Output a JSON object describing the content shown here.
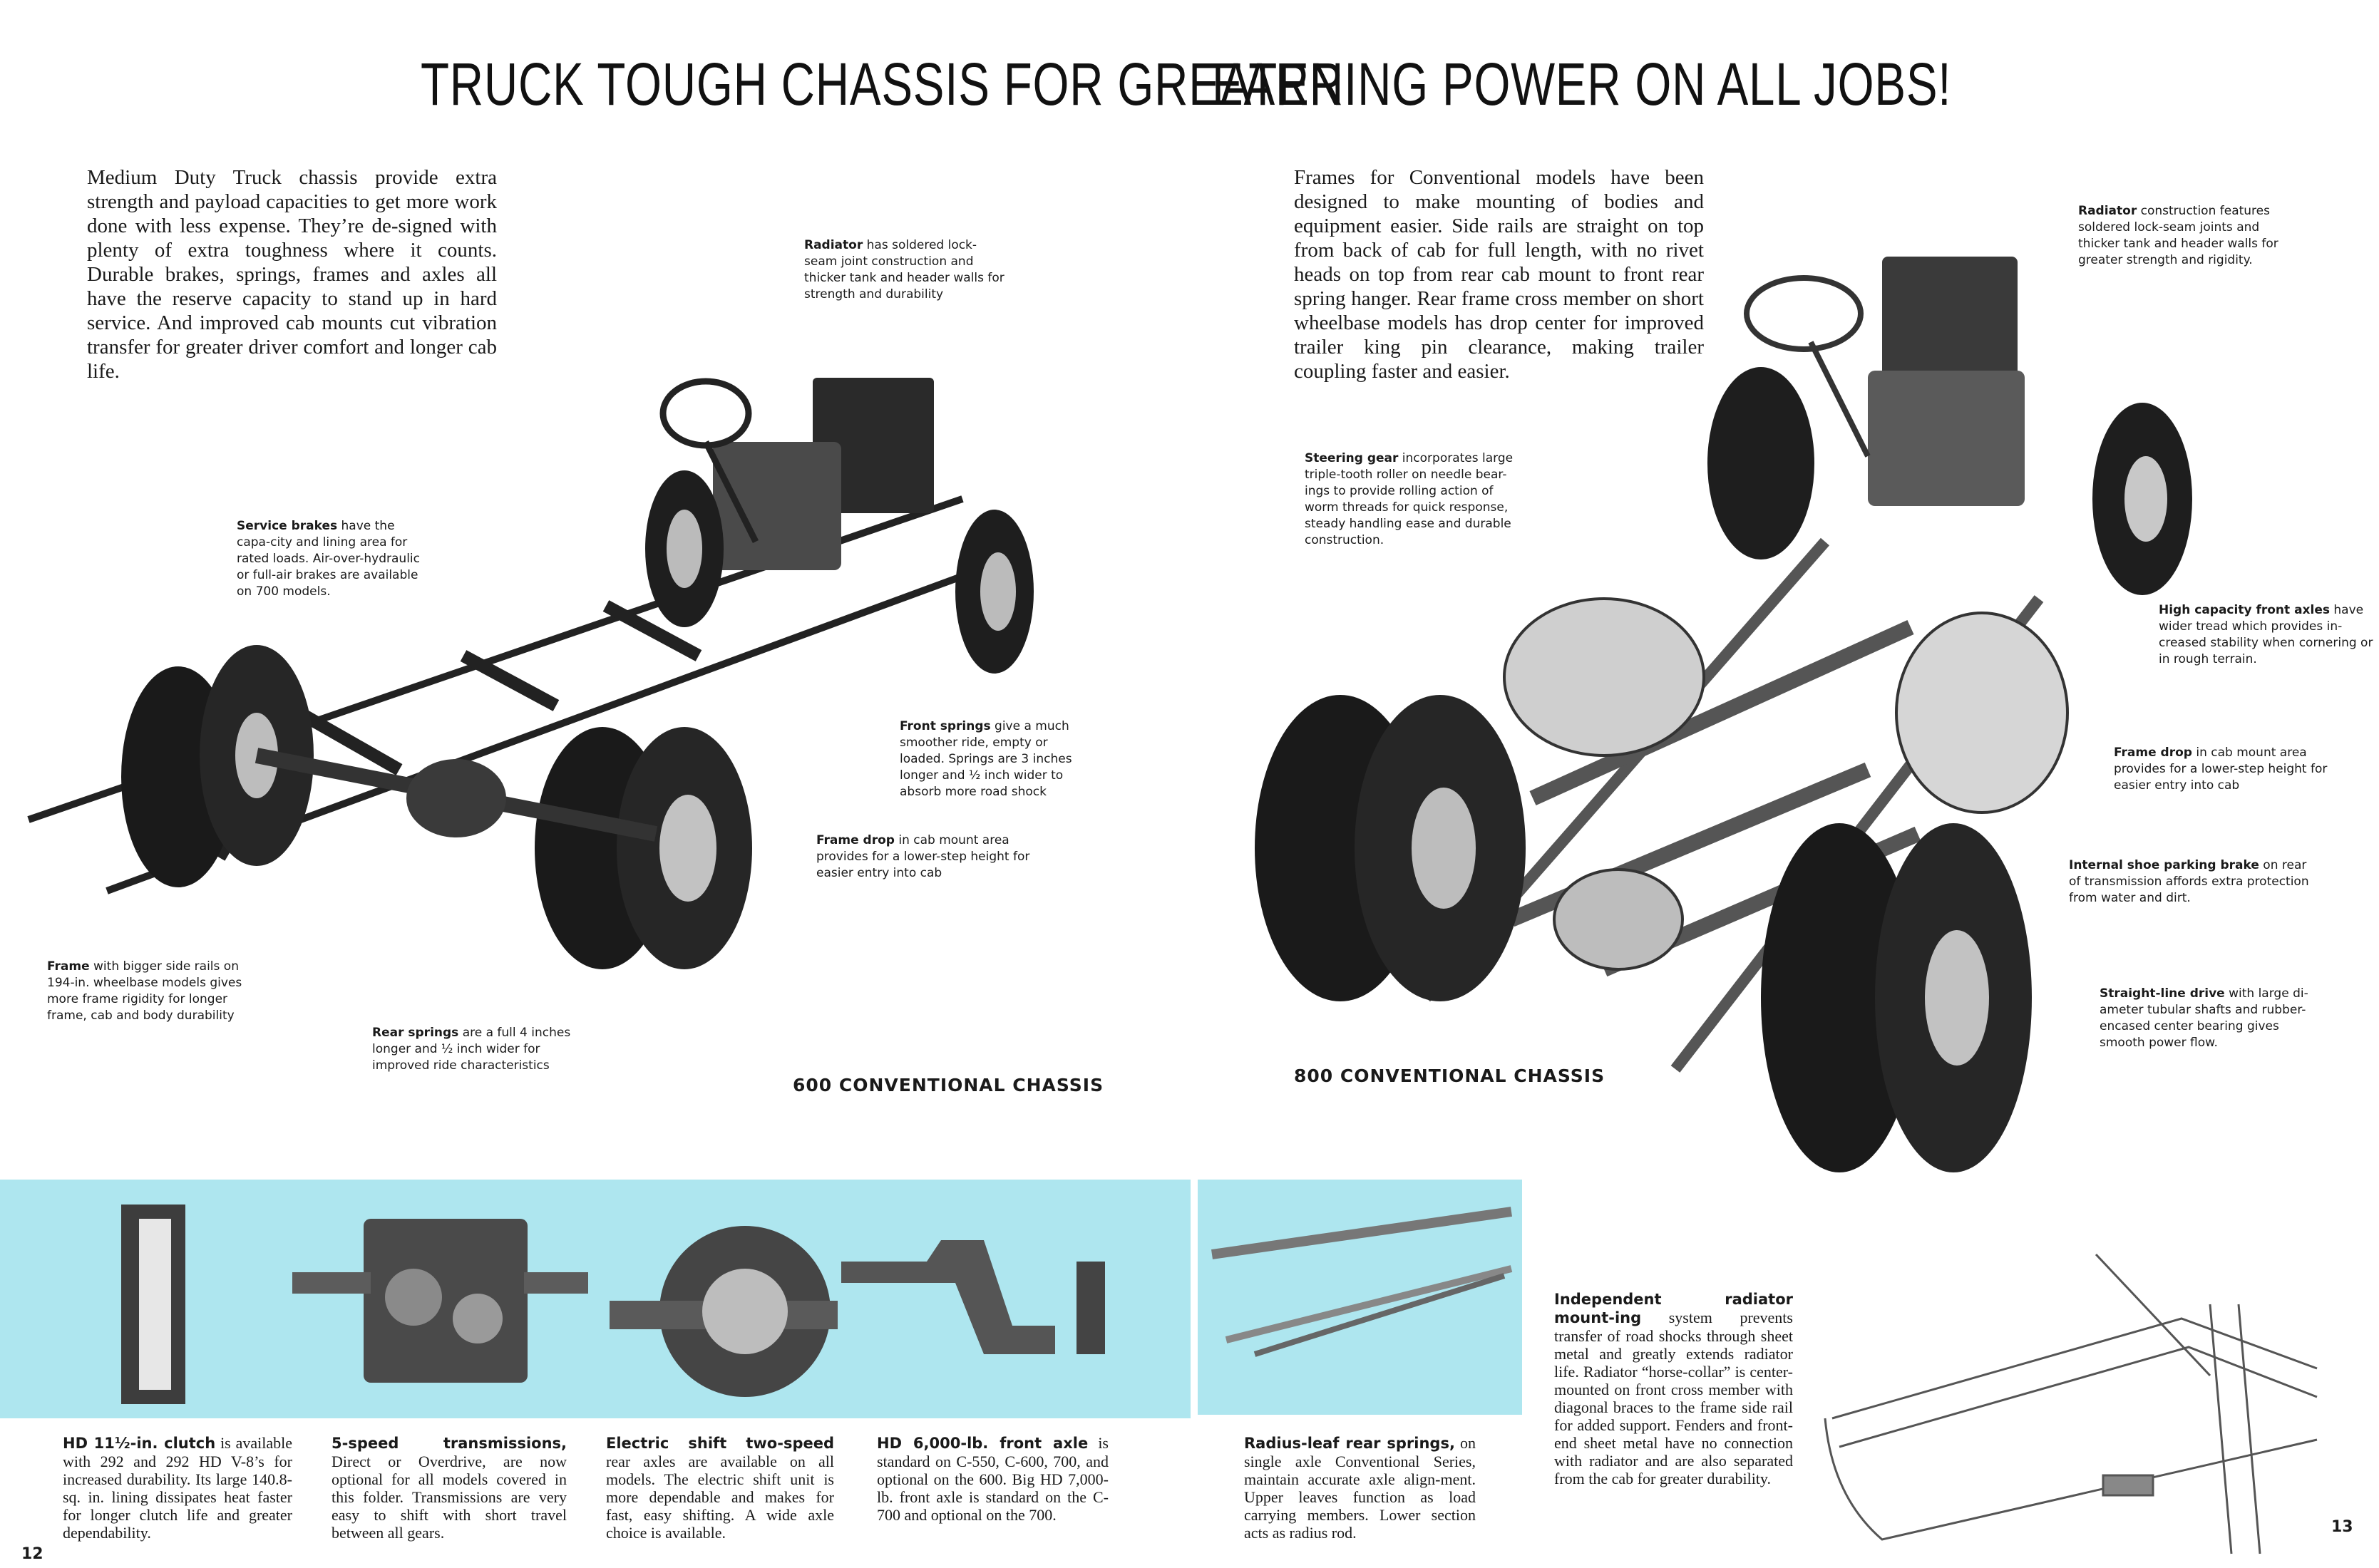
{
  "headline": {
    "part1": "TRUCK TOUGH CHASSIS FOR GREATER",
    "part2": "EARNING POWER ON ALL JOBS!"
  },
  "left_intro": "Medium Duty Truck chassis provide extra strength and payload capacities to get more work done with less expense. They’re de-signed with plenty of extra toughness where it counts. Durable brakes, springs, frames and axles all have the reserve capacity to stand up in hard service. And improved cab mounts cut vibration transfer for greater driver comfort and longer cab life.",
  "right_intro": "Frames for Conventional models have been designed to make mounting of bodies and equipment easier. Side rails are straight on top from back of cab for full length, with no rivet heads on top from rear cab mount to front rear spring hanger. Rear frame cross member on short wheelbase models has drop center for improved trailer king pin clearance, making trailer coupling faster and easier.",
  "callouts_600": {
    "radiator": {
      "lead": "Radiator",
      "text": " has soldered lock-seam joint construction and thicker tank and header walls for strength and durability"
    },
    "service_brakes": {
      "lead": "Service brakes",
      "text": " have the capa-city and lining area for rated loads. Air-over-hydraulic or full-air brakes are available on 700 models."
    },
    "front_springs": {
      "lead": "Front springs",
      "text": " give a much smoother ride, empty or loaded. Springs are 3 inches longer and ½ inch wider to absorb more road shock"
    },
    "frame_drop": {
      "lead": "Frame drop",
      "text": " in cab mount area provides for a lower-step height for easier entry into cab"
    },
    "frame": {
      "lead": "Frame",
      "text": " with bigger side rails on 194-in. wheelbase models gives more frame rigidity for longer frame, cab and body durability"
    },
    "rear_springs": {
      "lead": "Rear springs",
      "text": " are a full 4 inches longer and ½ inch wider for improved ride characteristics"
    }
  },
  "caption_600": "600 CONVENTIONAL CHASSIS",
  "callouts_800": {
    "steering_gear": {
      "lead": "Steering gear",
      "text": " incorporates large triple-tooth roller on needle bear-ings to provide rolling action of worm threads for quick response, steady handling ease and durable construction."
    },
    "radiator": {
      "lead": "Radiator",
      "text": " construction features soldered lock-seam joints and thicker tank and header walls for greater strength and rigidity."
    },
    "front_axles": {
      "lead": "High capacity front axles",
      "text": " have wider tread which provides in-creased stability when cornering or in rough terrain."
    },
    "frame_drop": {
      "lead": "Frame drop",
      "text": " in cab mount area provides for a lower-step height for easier entry into cab"
    },
    "parking_brake": {
      "lead": "Internal shoe parking brake",
      "text": " on rear of transmission affords extra protection from water and dirt."
    },
    "straight_line": {
      "lead": "Straight-line drive",
      "text": " with large di-ameter tubular shafts and rubber-encased center bearing gives smooth power flow."
    }
  },
  "caption_800": "800 CONVENTIONAL CHASSIS",
  "bottom": {
    "clutch": {
      "lead": "HD 11½-in. clutch",
      "text": " is available with 292 and 292 HD V-8’s for increased durability. Its large 140.8-sq. in. lining dissipates heat faster for longer clutch life and greater dependability."
    },
    "transmissions": {
      "lead": "5-speed transmissions,",
      "text": " Direct or Overdrive, are now optional for all models covered in this folder. Transmissions are very easy to shift with short travel between all gears."
    },
    "two_speed": {
      "lead": "Electric shift two-speed",
      "text": " rear axles are available on all models. The electric shift unit is more dependable and makes for fast, easy shifting. A wide axle choice is available."
    },
    "front_axle": {
      "lead": "HD 6,000-lb. front axle",
      "text": " is standard on C-550, C-600, 700, and optional on the 600. Big HD 7,000-lb. front axle is standard on the C-700 and optional on the 700."
    },
    "radius_leaf": {
      "lead": "Radius-leaf rear springs,",
      "text": " on single axle Conventional Series, maintain accurate axle align-ment. Upper leaves function as load carrying members. Lower section acts as radius rod."
    },
    "radiator_mounting": {
      "lead": "Independent radiator mount-ing",
      "text": " system prevents transfer of road shocks through sheet metal and greatly extends radiator life. Radiator “horse-collar” is center-mounted on front cross member with diagonal braces to the frame side rail for added support. Fenders and front-end sheet metal have no connection with radiator and are also separated from the cab for greater durability."
    }
  },
  "page_numbers": {
    "left": "12",
    "right": "13"
  },
  "colors": {
    "band": "#aee6ef",
    "ink": "#1a1a1a"
  }
}
